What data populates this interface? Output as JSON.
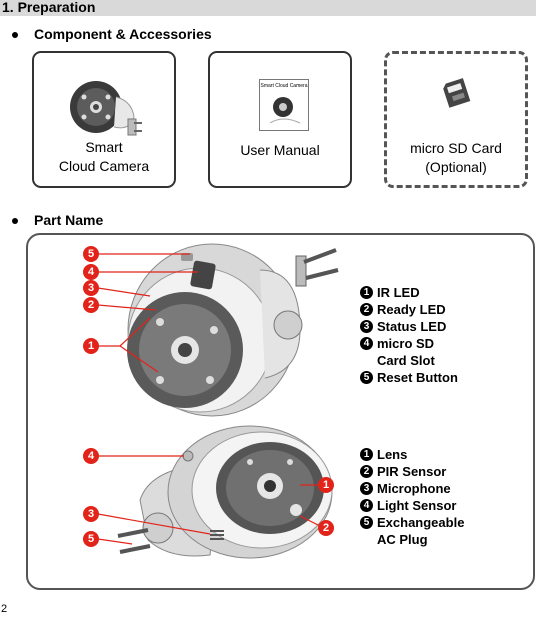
{
  "section": {
    "title": "1. Preparation"
  },
  "bullets": {
    "accessories": "Component & Accessories",
    "part_name": "Part Name"
  },
  "accessories": [
    {
      "line1": "Smart",
      "line2": "Cloud Camera"
    },
    {
      "line1": "User Manual",
      "line2": ""
    },
    {
      "line1": "micro SD Card",
      "line2": "(Optional)"
    }
  ],
  "manual_cover": {
    "title": "Smart Cloud Camera"
  },
  "top_legend": [
    {
      "num": "1",
      "label": "IR LED",
      "label2": ""
    },
    {
      "num": "2",
      "label": "Ready LED",
      "label2": ""
    },
    {
      "num": "3",
      "label": "Status LED",
      "label2": ""
    },
    {
      "num": "4",
      "label": "micro SD",
      "label2": "Card Slot"
    },
    {
      "num": "5",
      "label": "Reset Button",
      "label2": ""
    }
  ],
  "bottom_legend": [
    {
      "num": "1",
      "label": "Lens",
      "label2": ""
    },
    {
      "num": "2",
      "label": "PIR Sensor",
      "label2": ""
    },
    {
      "num": "3",
      "label": "Microphone",
      "label2": ""
    },
    {
      "num": "4",
      "label": "Light Sensor",
      "label2": ""
    },
    {
      "num": "5",
      "label": "Exchangeable",
      "label2": "AC Plug"
    }
  ],
  "top_callouts": [
    "5",
    "4",
    "3",
    "2",
    "1"
  ],
  "bottom_callouts": [
    "4",
    "1",
    "3",
    "2",
    "5"
  ],
  "page_number": "2",
  "colors": {
    "callout": "#e2231a",
    "section_bar": "#d9d9d9"
  }
}
